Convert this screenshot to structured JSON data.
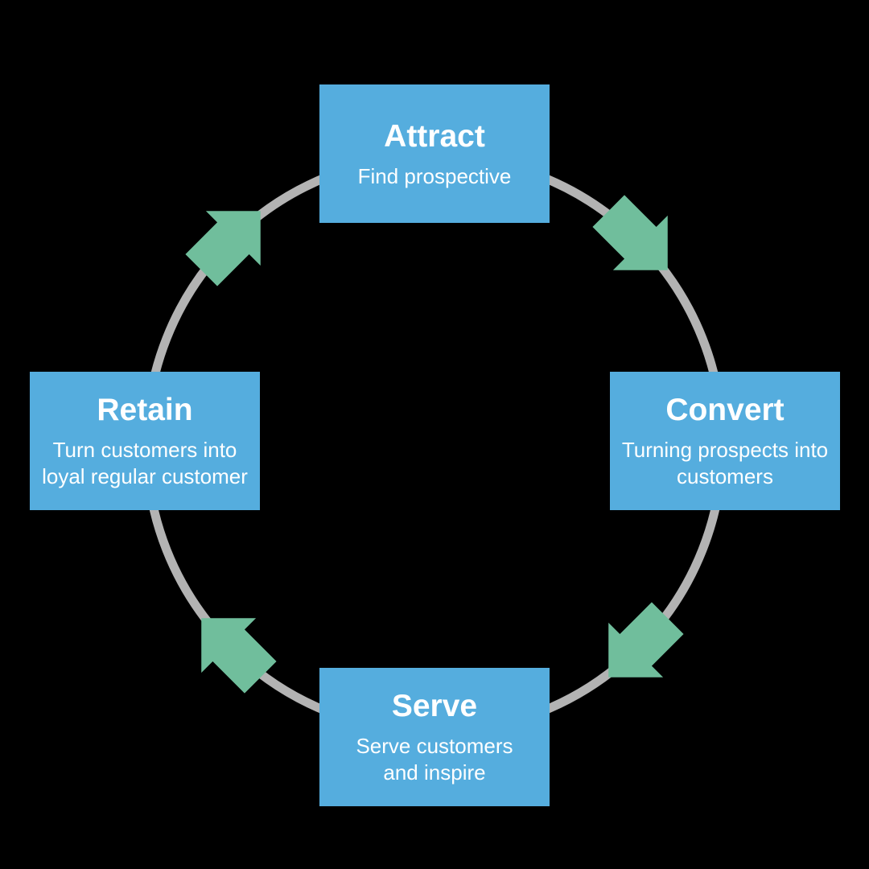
{
  "colors": {
    "background": "#000000",
    "stage_box_blue": "#55ADDE",
    "arrow_green": "#70BE9C",
    "circle_gray": "#B3B3B3",
    "text_white": "#FFFFFF"
  },
  "flow_direction": "clockwise",
  "stages": [
    {
      "id": "attract",
      "position": "top",
      "title": "Attract",
      "lines": [
        "Find prospective"
      ]
    },
    {
      "id": "convert",
      "position": "right",
      "title": "Convert",
      "lines": [
        "Turning prospects into",
        "customers"
      ]
    },
    {
      "id": "serve",
      "position": "bottom",
      "title": "Serve",
      "lines": [
        "Serve customers",
        "and inspire"
      ]
    },
    {
      "id": "retain",
      "position": "left",
      "title": "Retain",
      "lines": [
        "Turn customers into",
        "loyal regular customer"
      ]
    }
  ],
  "arrows": [
    {
      "from": "Attract",
      "to": "Convert"
    },
    {
      "from": "Convert",
      "to": "Serve"
    },
    {
      "from": "Serve",
      "to": "Retain"
    },
    {
      "from": "Retain",
      "to": "Attract"
    }
  ]
}
